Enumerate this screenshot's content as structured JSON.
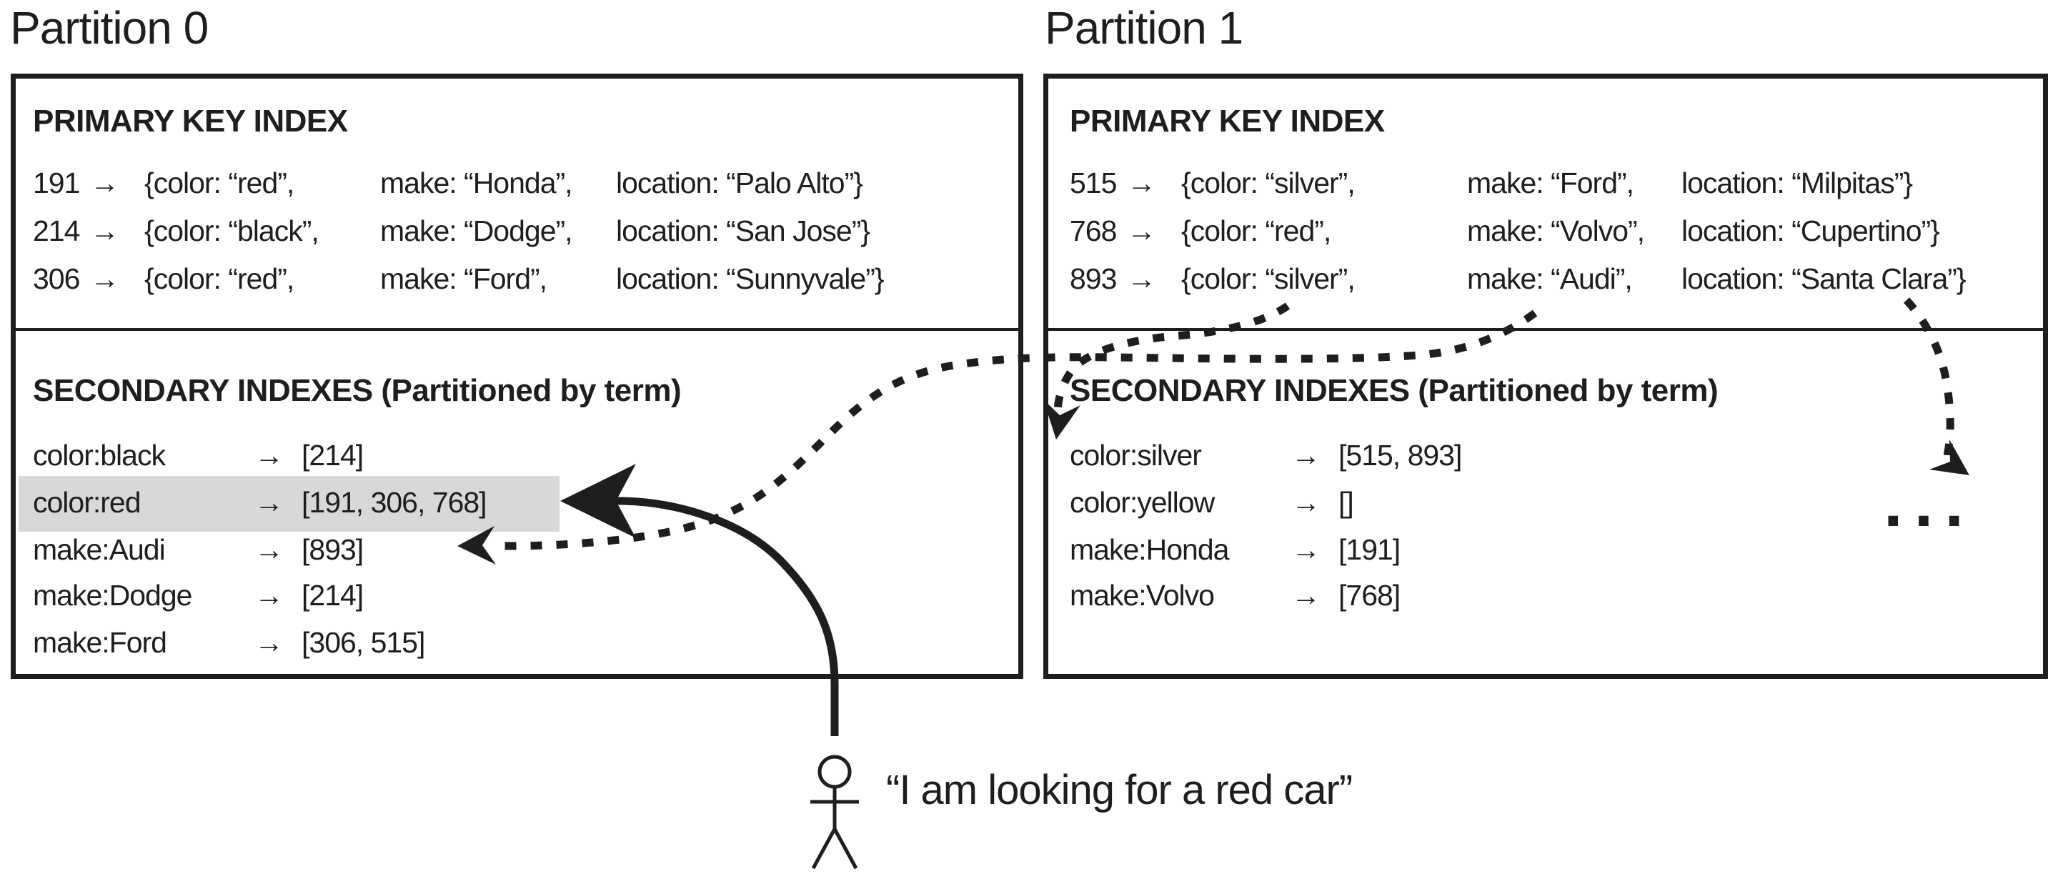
{
  "partitions": [
    {
      "title": "Partition 0",
      "primary_header": "PRIMARY KEY INDEX",
      "secondary_header": "SECONDARY INDEXES (Partitioned by term)",
      "primary_rows": [
        {
          "key": "191",
          "color": "{color: “red”,",
          "make": "make: “Honda”,",
          "location": "location: “Palo Alto”}"
        },
        {
          "key": "214",
          "color": "{color: “black”,",
          "make": "make: “Dodge”,",
          "location": "location: “San Jose”}"
        },
        {
          "key": "306",
          "color": "{color: “red”,",
          "make": "make: “Ford”,",
          "location": "location: “Sunnyvale”}"
        }
      ],
      "secondary_rows": [
        {
          "term": "color:black",
          "value": "[214]"
        },
        {
          "term": "color:red",
          "value": "[191, 306, 768]"
        },
        {
          "term": "make:Audi",
          "value": "[893]"
        },
        {
          "term": "make:Dodge",
          "value": "[214]"
        },
        {
          "term": "make:Ford",
          "value": "[306, 515]"
        }
      ],
      "highlighted_term": "color:red"
    },
    {
      "title": "Partition 1",
      "primary_header": "PRIMARY KEY INDEX",
      "secondary_header": "SECONDARY INDEXES (Partitioned by term)",
      "primary_rows": [
        {
          "key": "515",
          "color": "{color: “silver”,",
          "make": "make: “Ford”,",
          "location": "location: “Milpitas”}"
        },
        {
          "key": "768",
          "color": "{color: “red”,",
          "make": "make: “Volvo”,",
          "location": "location: “Cupertino”}"
        },
        {
          "key": "893",
          "color": "{color: “silver”,",
          "make": "make: “Audi”,",
          "location": "location: “Santa Clara”}"
        }
      ],
      "secondary_rows": [
        {
          "term": "color:silver",
          "value": "[515, 893]"
        },
        {
          "term": "color:yellow",
          "value": "[]"
        },
        {
          "term": "make:Honda",
          "value": "[191]"
        },
        {
          "term": "make:Volvo",
          "value": "[768]"
        }
      ]
    }
  ],
  "annotations": {
    "query_quote": "“I am looking for a red car”",
    "other_partitions_ellipsis": "..."
  },
  "symbols": {
    "maps_to": "→"
  },
  "colors": {
    "ink": "#1e1e1c",
    "highlight": "#d8d8d8",
    "background": "#ffffff"
  }
}
